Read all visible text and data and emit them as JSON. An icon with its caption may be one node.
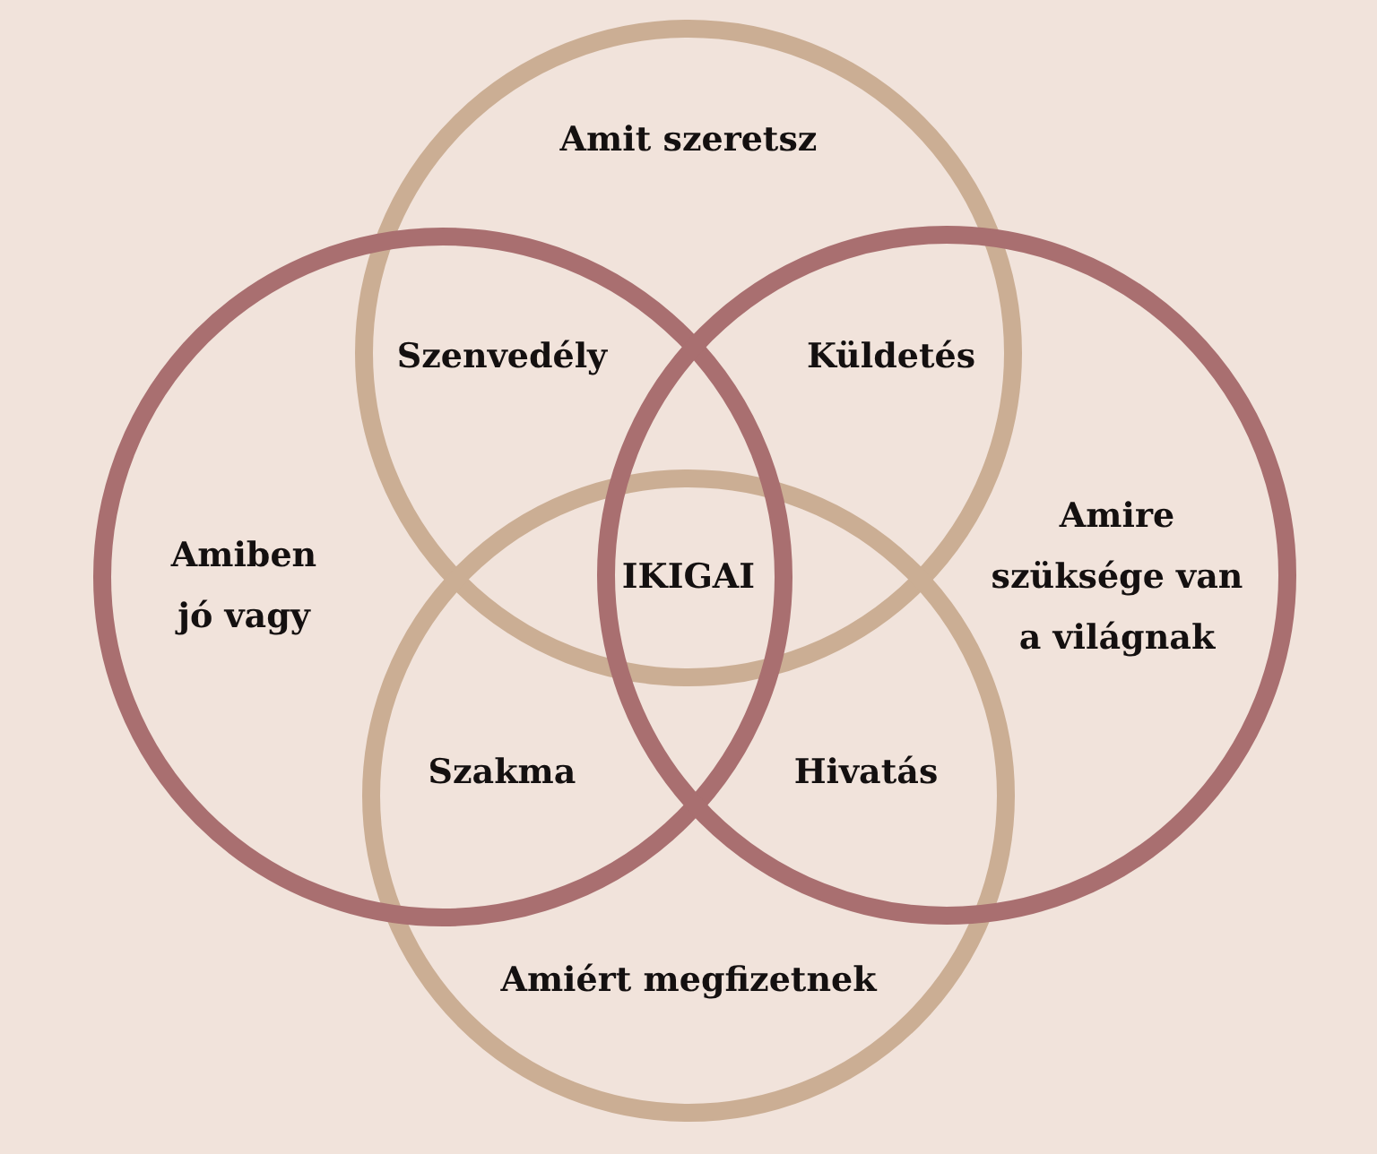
{
  "diagram": {
    "nodes": [
      {
        "text": [
          "Amit szeretsz"
        ]
      },
      {
        "text": [
          "Amiben jó vagy"
        ]
      },
      {
        "text": [
          "Amire szüksége van a világnak"
        ]
      },
      {
        "text": [
          "Amiért megfizetnek"
        ]
      }
    ],
    "labels": [
      "Szenvedély",
      "Küldetés",
      "IKIGAI",
      "Szakma",
      "Hivatás"
    ]
  }
}
